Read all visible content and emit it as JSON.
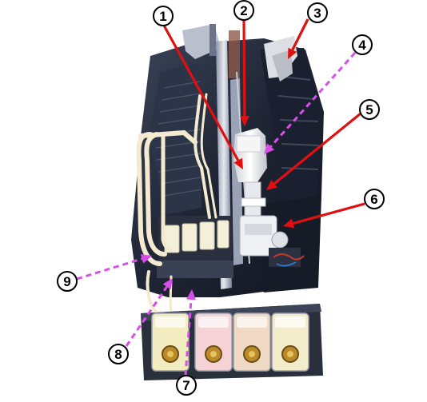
{
  "diagram": {
    "subject": "printer mechanism with continuous ink supply system",
    "callouts": [
      {
        "number": "1",
        "arrow_style": "solid",
        "arrow_color": "#e01010"
      },
      {
        "number": "2",
        "arrow_style": "solid",
        "arrow_color": "#e01010"
      },
      {
        "number": "3",
        "arrow_style": "solid",
        "arrow_color": "#e01010"
      },
      {
        "number": "4",
        "arrow_style": "dashed",
        "arrow_color": "#d84ee8"
      },
      {
        "number": "5",
        "arrow_style": "solid",
        "arrow_color": "#e01010"
      },
      {
        "number": "6",
        "arrow_style": "solid",
        "arrow_color": "#e01010"
      },
      {
        "number": "7",
        "arrow_style": "dashed",
        "arrow_color": "#d84ee8"
      },
      {
        "number": "8",
        "arrow_style": "dashed",
        "arrow_color": "#d84ee8"
      },
      {
        "number": "9",
        "arrow_style": "dashed",
        "arrow_color": "#d84ee8"
      }
    ],
    "ink_tanks": [
      {
        "color_name": "yellow",
        "tint": "#f2ecc0"
      },
      {
        "color_name": "magenta",
        "tint": "#f4d2d6"
      },
      {
        "color_name": "cyan-orange",
        "tint": "#f0d9c4"
      },
      {
        "color_name": "black-yellow",
        "tint": "#f3eccb"
      }
    ],
    "colors": {
      "solid_arrow": "#e01010",
      "dashed_arrow": "#d84ee8",
      "printer_body": "#232a3a",
      "ink_tubes": "#f3ead0"
    }
  }
}
